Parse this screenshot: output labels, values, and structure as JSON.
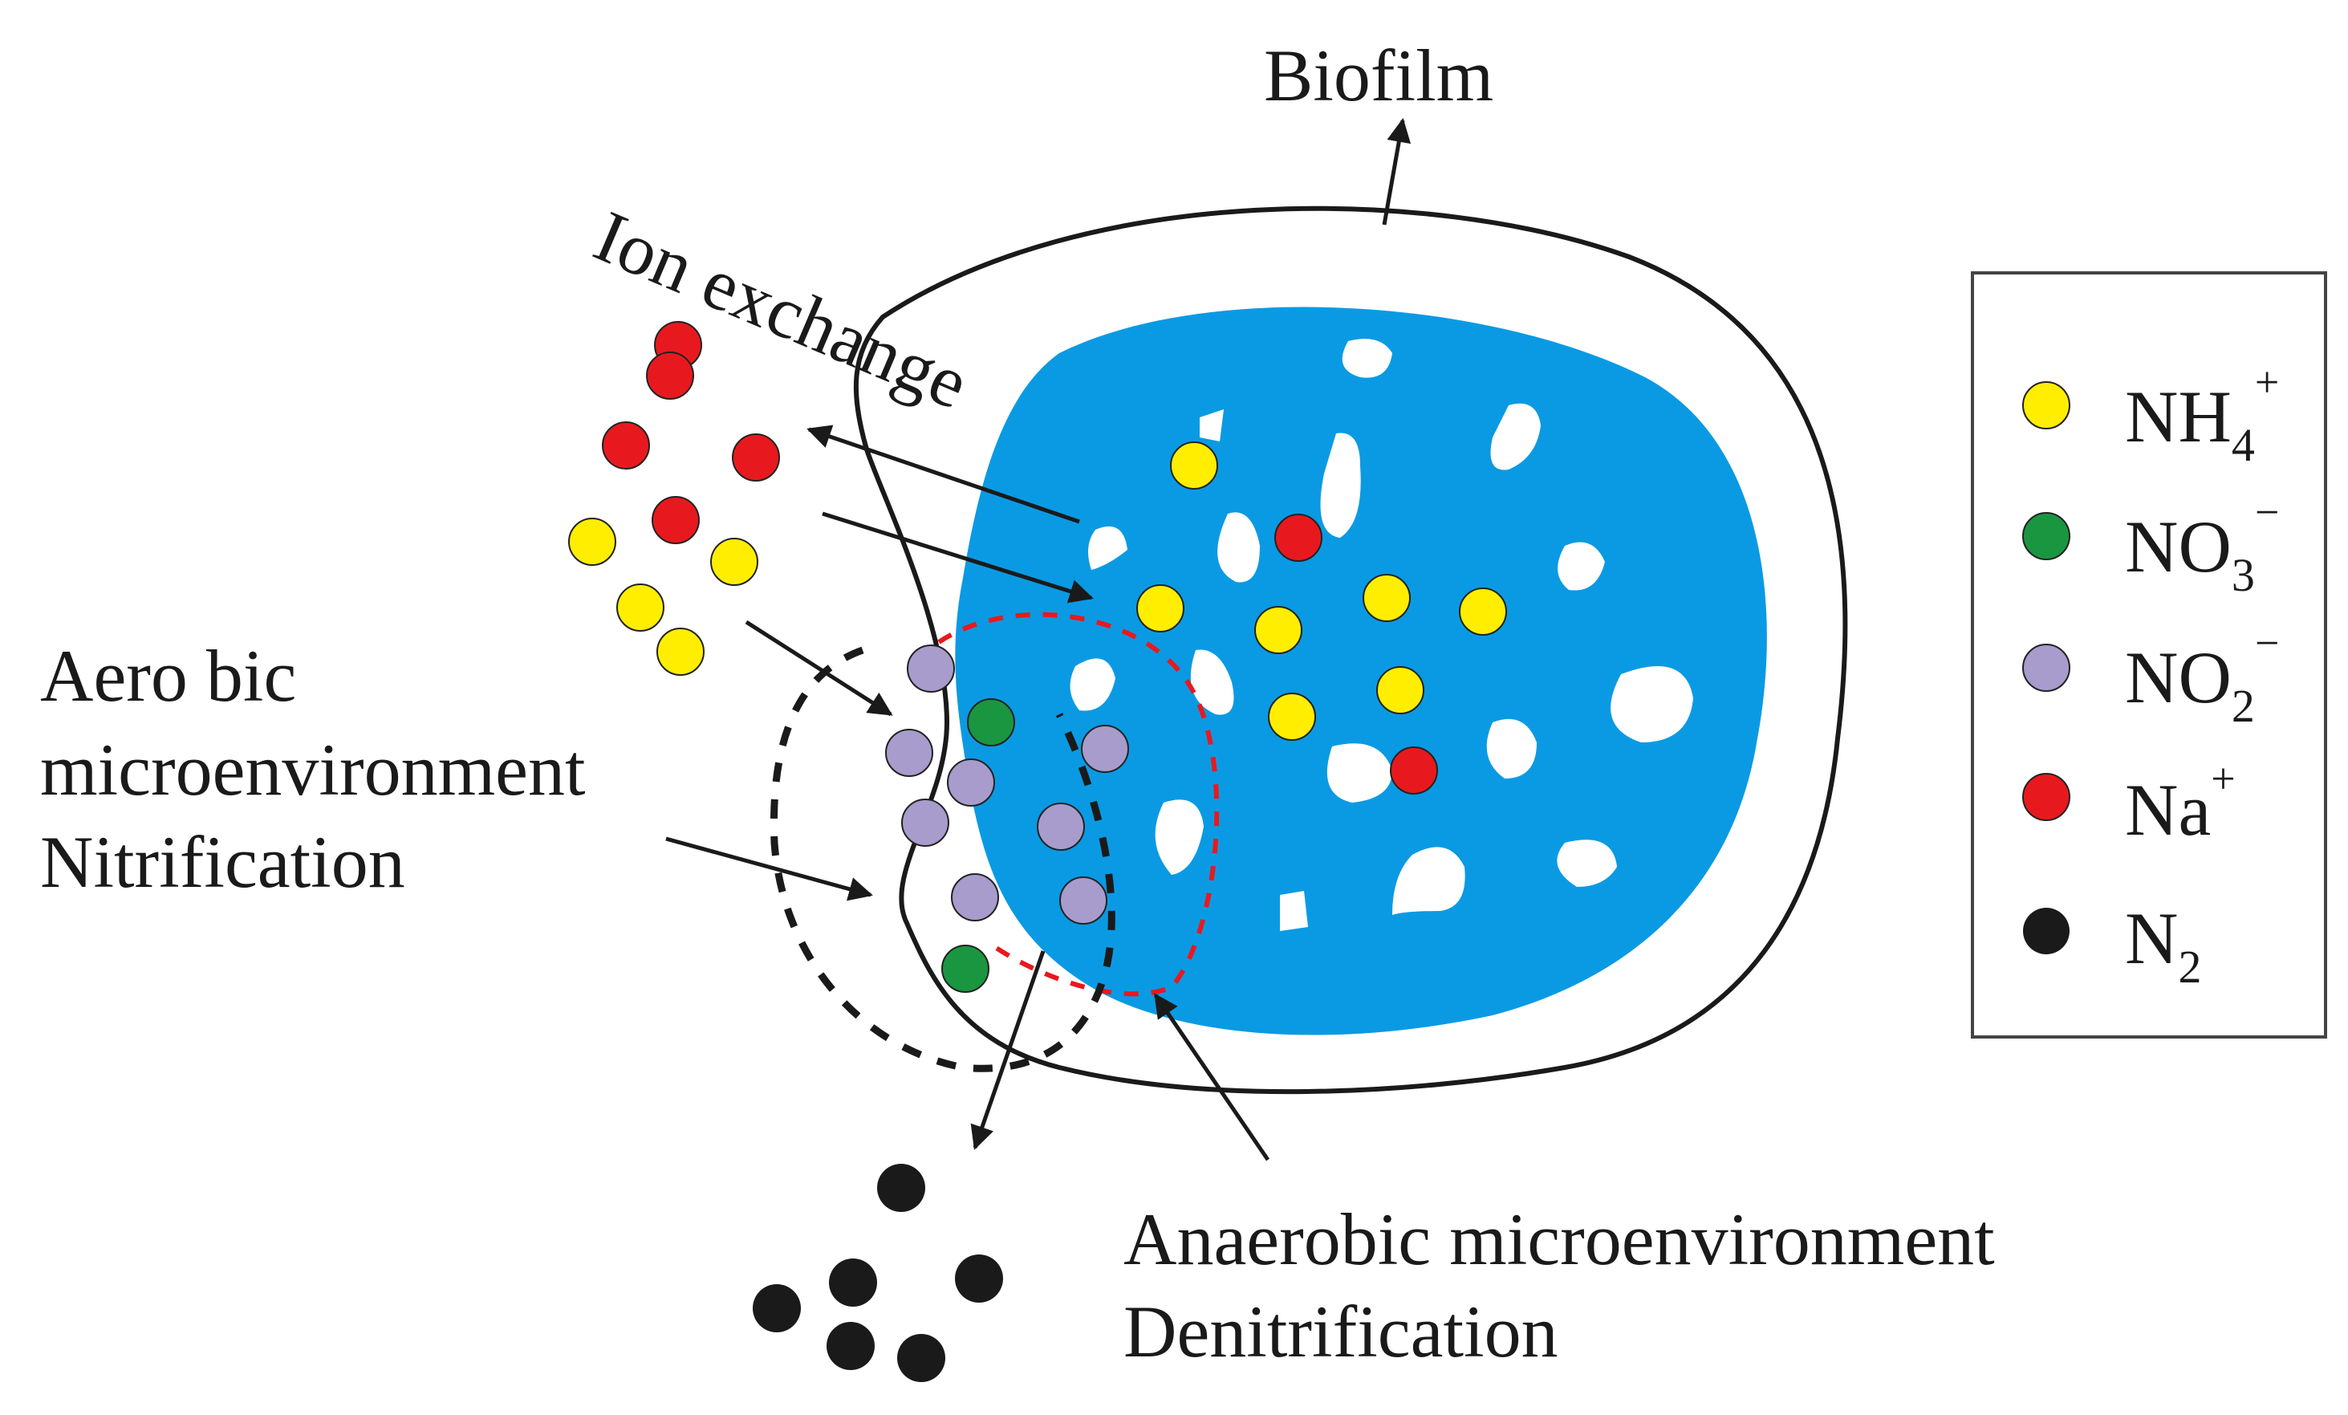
{
  "labels": {
    "biofilm": "Biofilm",
    "ion_exchange": "Ion exchange",
    "aerobic_line1": "Aero bic",
    "aerobic_line2": "microenvironment",
    "aerobic_line3": "Nitrification",
    "anaerobic_line1": "Anaerobic microenvironment",
    "anaerobic_line2": "Denitrification"
  },
  "legend": {
    "items": [
      {
        "base": "NH",
        "sub": "4",
        "sup": "+",
        "color": "#ffee00",
        "icon": "yellow-dot"
      },
      {
        "base": "NO",
        "sub": "3",
        "sup": "−",
        "color": "#1a9641",
        "icon": "green-dot"
      },
      {
        "base": "NO",
        "sub": "2",
        "sup": "−",
        "color": "#a79ccc",
        "icon": "purple-dot"
      },
      {
        "base": "Na",
        "sub": "",
        "sup": "+",
        "color": "#e8191e",
        "icon": "red-dot"
      },
      {
        "base": "N",
        "sub": "2",
        "sup": "",
        "color": "#1a1a1a",
        "icon": "black-dot"
      }
    ]
  },
  "colors": {
    "carrier": "#0a9ae3",
    "outline": "#1a1a1a",
    "anaerobic_zone": "#e8191e",
    "aerobic_zone": "#1a1a1a"
  }
}
